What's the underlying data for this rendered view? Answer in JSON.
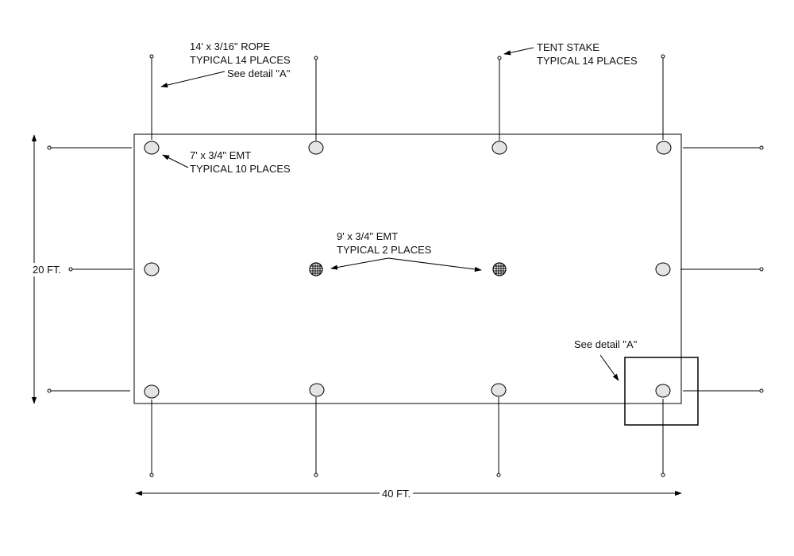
{
  "colors": {
    "line": "#000000",
    "post_fill": "#e4e4e4",
    "background": "#ffffff"
  },
  "labels": {
    "rope": {
      "line1": "14' x 3/16\" ROPE",
      "line2": "TYPICAL 14 PLACES",
      "line3": "See detail \"A\""
    },
    "stake": {
      "line1": "TENT STAKE",
      "line2": "TYPICAL 14 PLACES"
    },
    "short_post": {
      "line1": "7' x 3/4\" EMT",
      "line2": "TYPICAL 10 PLACES"
    },
    "center_post": {
      "line1": "9' x 3/4\" EMT",
      "line2": "TYPICAL 2 PLACES"
    },
    "detail": {
      "text": "See detail \"A\""
    },
    "dim_width": "20 FT.",
    "dim_length": "40 FT."
  },
  "icons": {
    "short_post": "circle-post-icon",
    "center_post": "hatched-post-icon",
    "stake": "stake-dot-icon"
  }
}
